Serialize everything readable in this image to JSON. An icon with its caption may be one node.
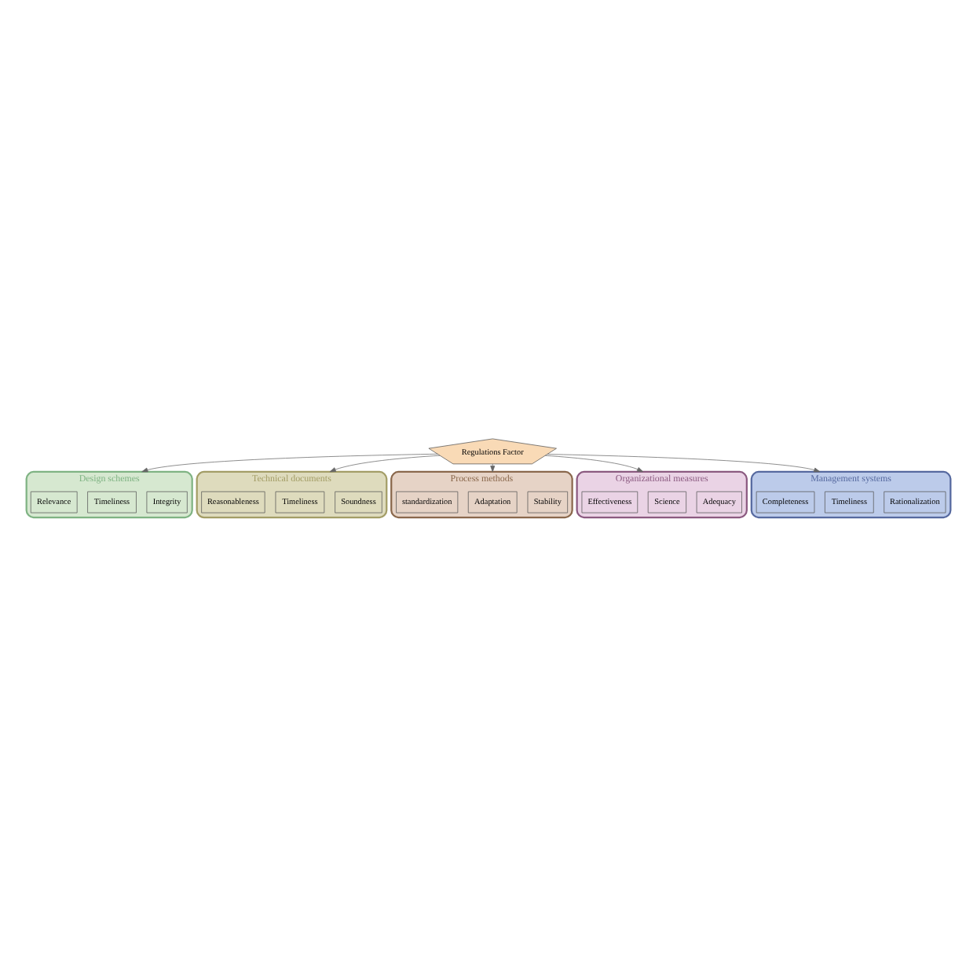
{
  "diagram": {
    "nodes": [
      {
        "text": [
          "Regulations Factor"
        ]
      },
      {
        "text": [
          "Design schemes"
        ]
      },
      {
        "text": [
          "Integrity"
        ],
        "in": 1
      },
      {
        "text": [
          "Timeliness"
        ],
        "in": 1
      },
      {
        "text": [
          "Relevance"
        ],
        "in": 1
      },
      {
        "text": [
          "Technical documents"
        ]
      },
      {
        "text": [
          "Soundness"
        ],
        "in": 5
      },
      {
        "text": [
          "Timeliness"
        ],
        "in": 5
      },
      {
        "text": [
          "Reasonableness"
        ],
        "in": 5
      },
      {
        "text": [
          "Process methods"
        ]
      },
      {
        "text": [
          "Stability"
        ],
        "in": 9
      },
      {
        "text": [
          "Adaptation"
        ],
        "in": 9
      },
      {
        "text": [
          "standardization"
        ],
        "in": 9
      },
      {
        "text": [
          "Organizational measures"
        ]
      },
      {
        "text": [
          "Adequacy"
        ],
        "in": 13
      },
      {
        "text": [
          "Science"
        ],
        "in": 13
      },
      {
        "text": [
          "Effectiveness"
        ],
        "in": 13
      },
      {
        "text": [
          "Management systems"
        ]
      },
      {
        "text": [
          "Rationalization"
        ],
        "in": 17
      },
      {
        "text": [
          "Timeliness"
        ],
        "in": 17
      },
      {
        "text": [
          "Completeness"
        ],
        "in": 17
      }
    ],
    "edges": [
      {
        "from": 0,
        "to": 1,
        "arrow": "to"
      },
      {
        "from": 0,
        "to": 5,
        "arrow": "to"
      },
      {
        "from": 0,
        "to": 9,
        "arrow": "to"
      },
      {
        "from": 0,
        "to": 13,
        "arrow": "to"
      },
      {
        "from": 0,
        "to": 17,
        "arrow": "to"
      }
    ]
  }
}
